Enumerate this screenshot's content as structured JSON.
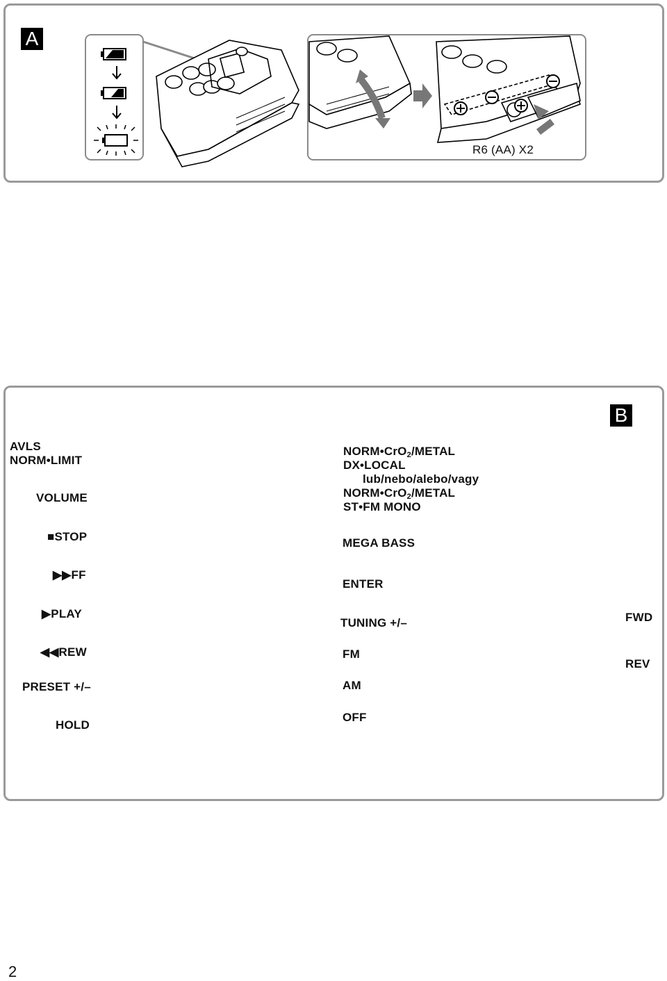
{
  "panel_a": {
    "badge": "A",
    "battery_label": "R6 (AA) X2",
    "plus_symbol": "+",
    "minus_symbol": "−"
  },
  "panel_b": {
    "badge": "B",
    "left_labels": {
      "avls": "AVLS",
      "norm_limit": "NORM•LIMIT",
      "volume": "VOLUME",
      "stop": "■STOP",
      "ff": "▶▶FF",
      "play": "▶PLAY",
      "rew": "◀◀REW",
      "preset": "PRESET +/–",
      "hold": "HOLD"
    },
    "right_labels": {
      "norm_cro2_metal_1_pre": "NORM•CrO",
      "norm_cro2_metal_1_sub": "2",
      "norm_cro2_metal_1_post": "/METAL",
      "dx_local": "DX•LOCAL",
      "lub": "lub/nebo/alebo/vagy",
      "norm_cro2_metal_2_pre": "NORM•CrO",
      "norm_cro2_metal_2_sub": "2",
      "norm_cro2_metal_2_post": "/METAL",
      "st_fm_mono": "ST•FM MONO",
      "mega_bass": "MEGA BASS",
      "enter": "ENTER",
      "tuning": "TUNING +/–",
      "fm": "FM",
      "am": "AM",
      "off": "OFF"
    },
    "cassette_labels": {
      "fwd": "FWD",
      "rev": "REV"
    }
  },
  "page_number": "2"
}
